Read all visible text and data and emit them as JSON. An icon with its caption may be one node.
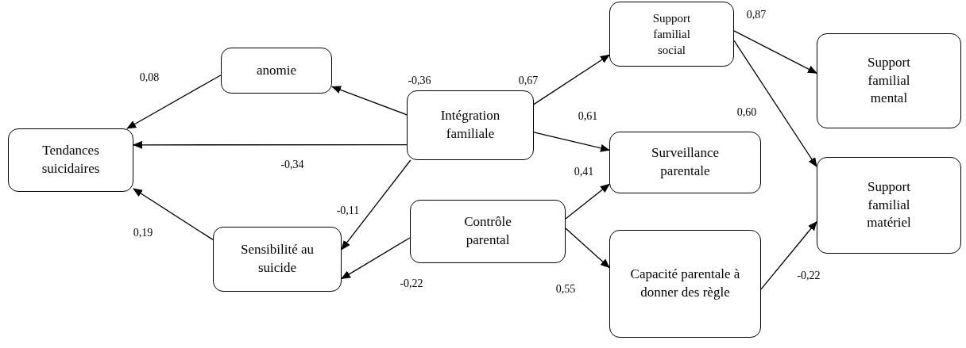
{
  "diagram": {
    "nodes": [
      {
        "text": [
          "anomie"
        ]
      },
      {
        "text": [
          "Tendances suicidaires"
        ]
      },
      {
        "text": [
          "Intégration familiale"
        ]
      },
      {
        "text": [
          "Support familial social"
        ]
      },
      {
        "text": [
          "Support familial mental"
        ]
      },
      {
        "text": [
          "Surveillance parentale"
        ]
      },
      {
        "text": [
          "Support familial matériel"
        ]
      },
      {
        "text": [
          "Contrôle parental"
        ]
      },
      {
        "text": [
          "Sensibilité au suicide"
        ]
      },
      {
        "text": [
          "Capacité parentale à donner des règle"
        ]
      }
    ],
    "edges": [
      {
        "from": 0,
        "to": 1,
        "arrow": "to",
        "label": "0,08"
      },
      {
        "from": 2,
        "to": 0,
        "arrow": "to",
        "label": "-0,36"
      },
      {
        "from": 2,
        "to": 1,
        "arrow": "to",
        "label": "-0,34"
      },
      {
        "from": 2,
        "to": 8,
        "arrow": "to",
        "label": "-0,11"
      },
      {
        "from": 2,
        "to": 3,
        "arrow": "to",
        "label": "0,67"
      },
      {
        "from": 2,
        "to": 5,
        "arrow": "to",
        "label": "0,61"
      },
      {
        "from": 7,
        "to": 5,
        "arrow": "to",
        "label": "0,41"
      },
      {
        "from": 7,
        "to": 8,
        "arrow": "to",
        "label": "-0,22"
      },
      {
        "from": 7,
        "to": 9,
        "arrow": "to",
        "label": "0,55"
      },
      {
        "from": 8,
        "to": 1,
        "arrow": "to",
        "label": "0,19"
      },
      {
        "from": 3,
        "to": 4,
        "arrow": "to",
        "label": "0,87"
      },
      {
        "from": 3,
        "to": 6,
        "arrow": "to",
        "label": "0,60"
      },
      {
        "from": 9,
        "to": 6,
        "arrow": "to",
        "label": "-0,22"
      }
    ]
  }
}
